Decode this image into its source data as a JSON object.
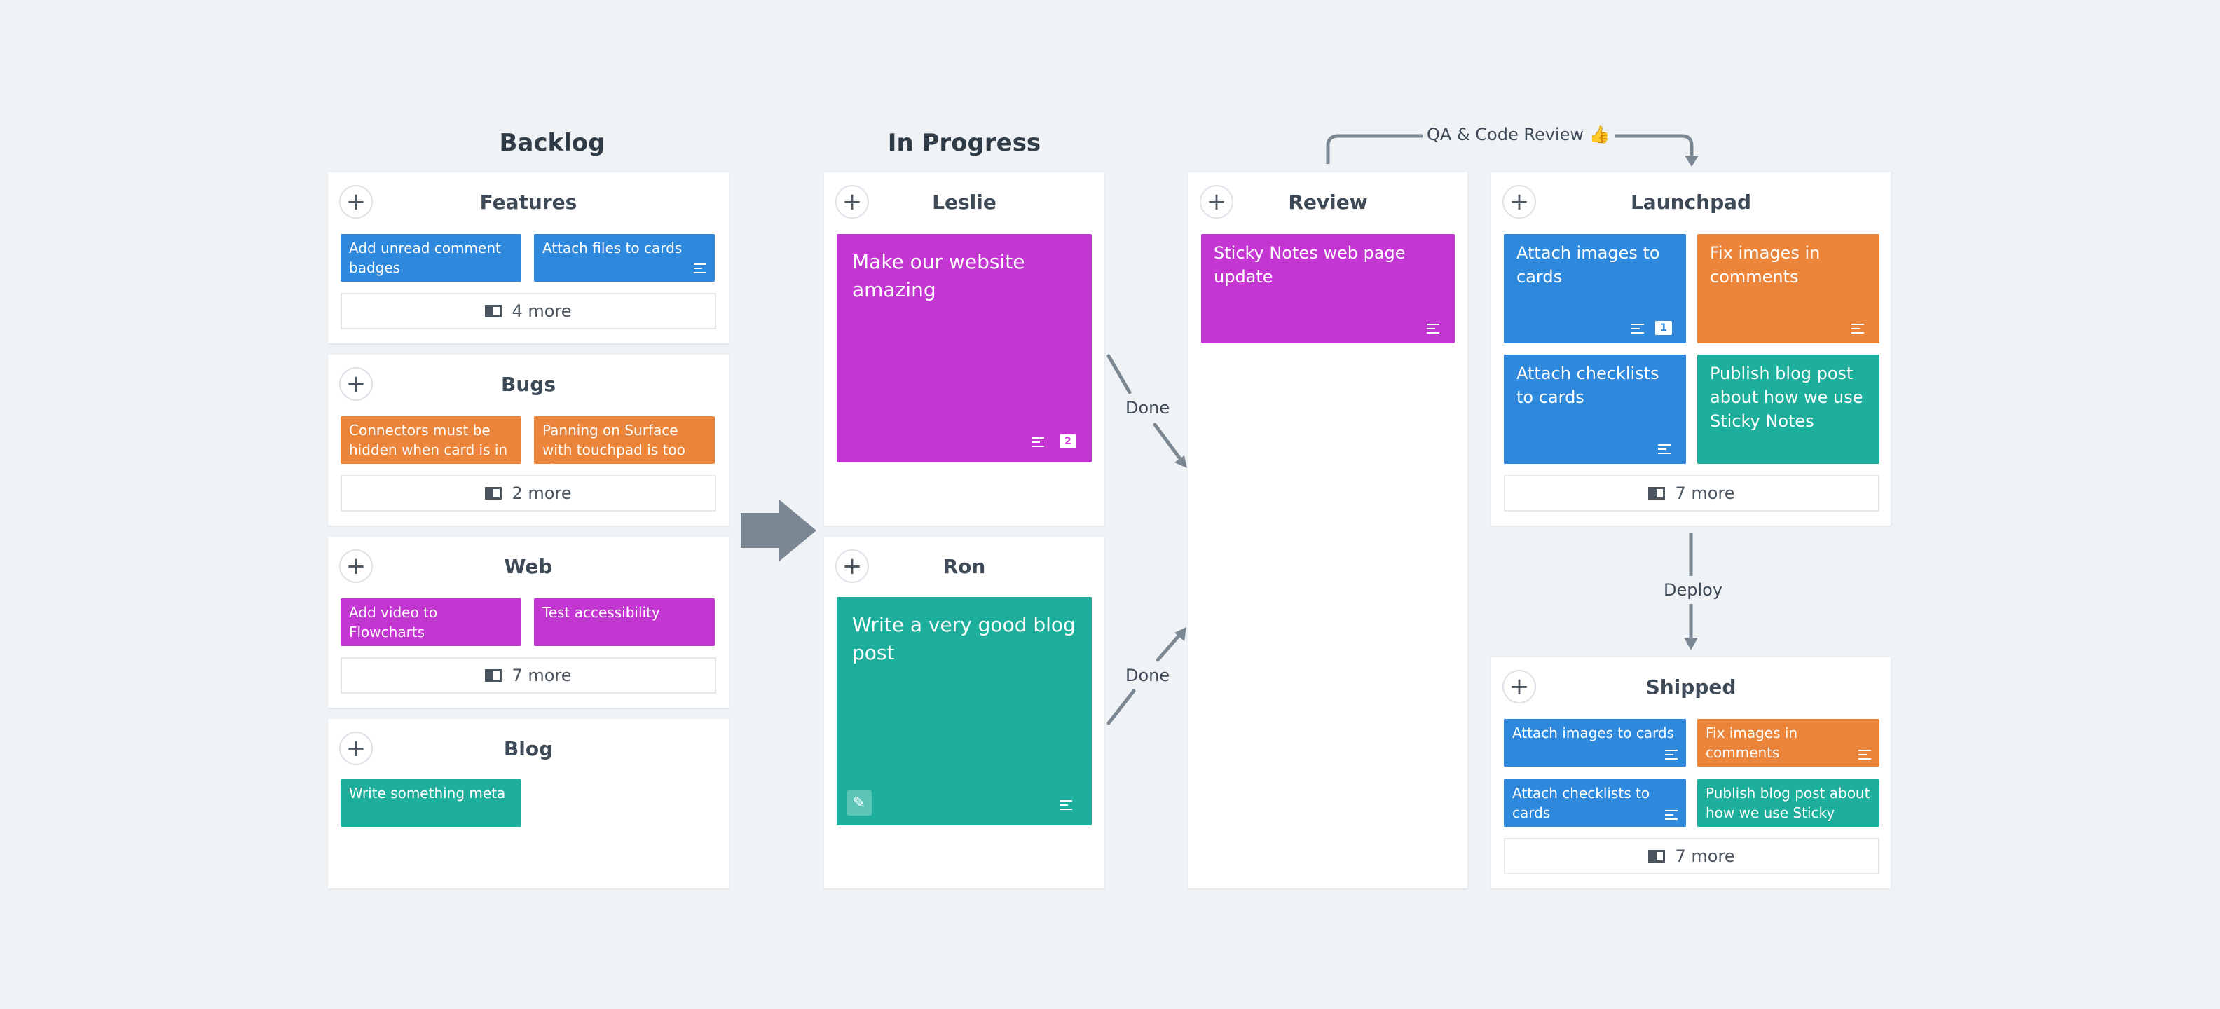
{
  "headings": {
    "backlog": "Backlog",
    "in_progress": "In Progress"
  },
  "add_symbol": "+",
  "backlog": {
    "features": {
      "title": "Features",
      "cards": [
        "Add unread comment badges",
        "Attach files to cards"
      ],
      "more": "4 more"
    },
    "bugs": {
      "title": "Bugs",
      "cards": [
        "Connectors must be hidden when card is in ...",
        "Panning on Surface with touchpad is too slow"
      ],
      "more": "2 more"
    },
    "web": {
      "title": "Web",
      "cards": [
        "Add video to Flowcharts",
        "Test accessibility"
      ],
      "more": "7 more"
    },
    "blog": {
      "title": "Blog",
      "cards": [
        "Write something meta"
      ]
    }
  },
  "in_progress": {
    "leslie": {
      "title": "Leslie",
      "card": "Make our website amazing",
      "comments": "2"
    },
    "ron": {
      "title": "Ron",
      "card": "Write a very good blog post"
    }
  },
  "review": {
    "title": "Review",
    "card": "Sticky Notes web page update"
  },
  "launchpad": {
    "title": "Launchpad",
    "cards": [
      "Attach images to cards",
      "Fix images in comments",
      "Attach checklists to cards",
      "Publish blog post about how we use Sticky Notes"
    ],
    "comments": "1",
    "more": "7 more"
  },
  "shipped": {
    "title": "Shipped",
    "cards": [
      "Attach images to cards",
      "Fix images in comments",
      "Attach checklists to cards",
      "Publish blog post about how we use Sticky Notes"
    ],
    "more": "7 more"
  },
  "connectors": {
    "done_1": "Done",
    "done_2": "Done",
    "qa": "QA & Code Review 👍",
    "deploy": "Deploy"
  },
  "colors": {
    "blue": "#2e88dc",
    "orange": "#ea853b",
    "magenta": "#c436d2",
    "teal": "#1eae9c",
    "background": "#eff3f6"
  },
  "icons": [
    "plus-icon",
    "stack-icon",
    "description-icon",
    "comment-icon",
    "edit-icon",
    "arrow-icon"
  ]
}
